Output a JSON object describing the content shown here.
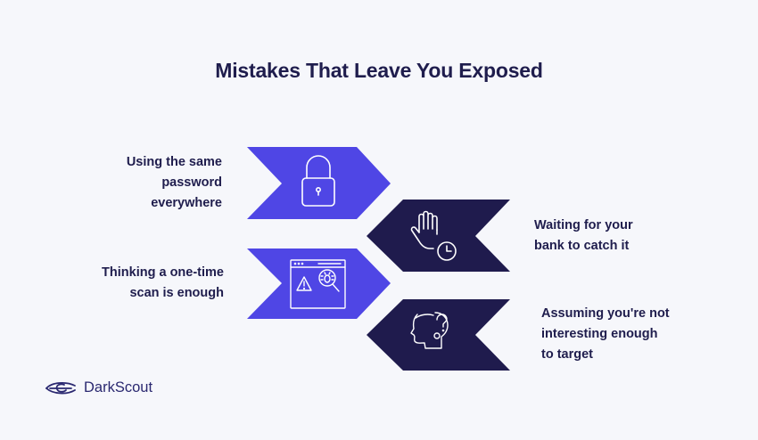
{
  "title": "Mistakes That Leave You Exposed",
  "colors": {
    "background": "#f6f7fb",
    "primary": "#4f46e5",
    "dark": "#1f1b4d",
    "text": "#1f1d4d",
    "icon_stroke": "#ffffff"
  },
  "items": [
    {
      "label_lines": [
        "Using the same",
        "password",
        "everywhere"
      ],
      "icon": "padlock-icon",
      "direction": "right",
      "color": "primary"
    },
    {
      "label_lines": [
        "Waiting for your",
        "bank to catch it"
      ],
      "icon": "hand-clock-icon",
      "direction": "left",
      "color": "dark"
    },
    {
      "label_lines": [
        "Thinking a one-time",
        "scan is enough"
      ],
      "icon": "browser-bug-scan-icon",
      "direction": "right",
      "color": "primary"
    },
    {
      "label_lines": [
        "Assuming you're not",
        "interesting enough",
        "to target"
      ],
      "icon": "head-question-icon",
      "direction": "left",
      "color": "dark"
    }
  ],
  "brand": {
    "name": "DarkScout",
    "icon": "eye-logo-icon"
  }
}
